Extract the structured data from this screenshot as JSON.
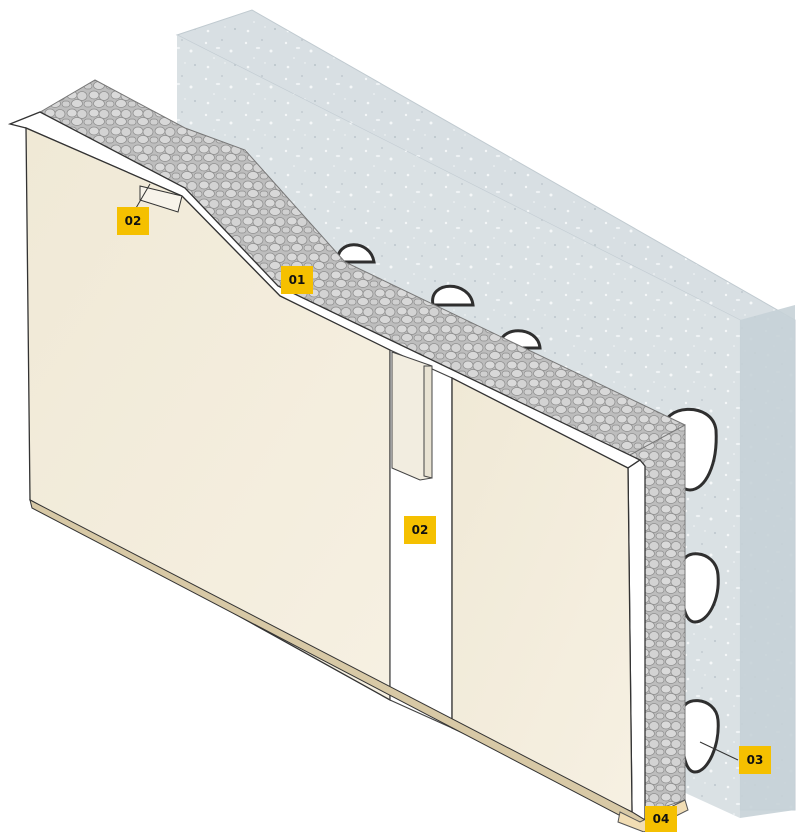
{
  "colors": {
    "background": "#ffffff",
    "wall": "#d9e0e4",
    "wall_side": "#c9d3d9",
    "board_face": "#f3ecdc",
    "board_edge": "#f7f3ea",
    "insulation": "#b9b9b9",
    "insulation_cell": "#d7d7d7",
    "joint_tape": "#ffffff",
    "base_strip": "#f1ddb4",
    "label_bg": "#f5c000",
    "label_text": "#111111",
    "outline": "#333333"
  },
  "labels": [
    {
      "id": "label-01",
      "text": "01"
    },
    {
      "id": "label-02-top",
      "text": "02"
    },
    {
      "id": "label-02-middle",
      "text": "02"
    },
    {
      "id": "label-03",
      "text": "03"
    },
    {
      "id": "label-04",
      "text": "04"
    }
  ]
}
